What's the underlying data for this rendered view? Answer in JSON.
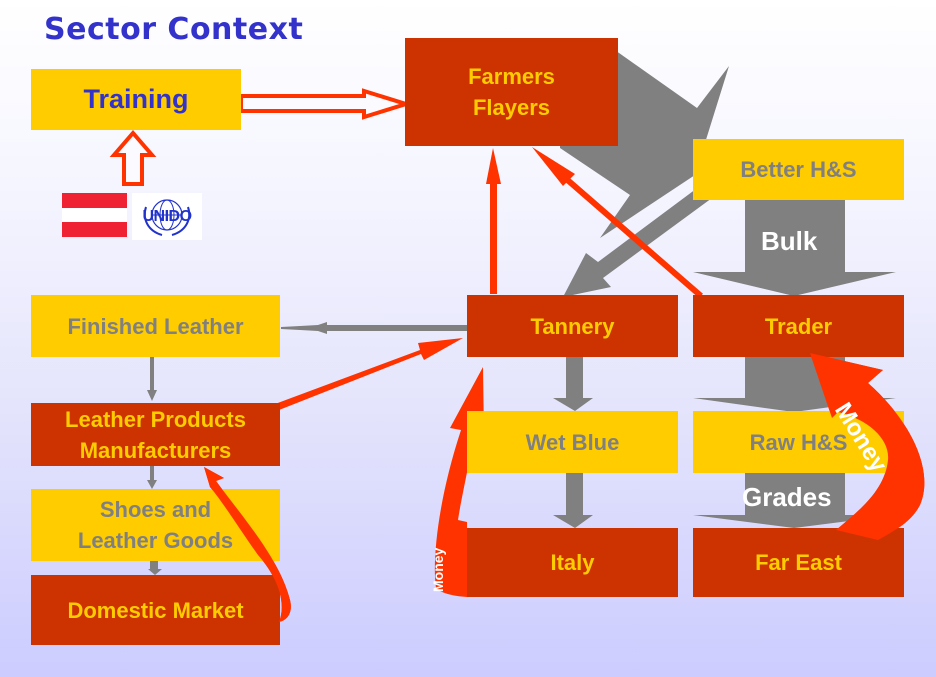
{
  "title": "Sector Context",
  "colors": {
    "title_blue": "#3333cc",
    "box_yellow": "#ffcc00",
    "box_red": "#cc3300",
    "text_on_red": "#ffcc00",
    "text_on_yellow": "#808080",
    "flow_gray": "#808080",
    "money_red": "#ff3300",
    "background_top": "#ffffff",
    "background_bottom": "#ccccff"
  },
  "logos": {
    "flag": "austria-flag",
    "unido": "UNIDO"
  },
  "nodes": {
    "training": "Training",
    "farmers": [
      "Farmers",
      "Flayers"
    ],
    "better_hs": "Better H&S",
    "finished_leather": "Finished Leather",
    "tannery": "Tannery",
    "trader": "Trader",
    "leather_products": [
      "Leather Products",
      "Manufacturers"
    ],
    "wet_blue": "Wet Blue",
    "raw_hs": "Raw H&S",
    "shoes": [
      "Shoes and",
      "Leather Goods"
    ],
    "italy": "Italy",
    "far_east": "Far East",
    "domestic_market": "Domestic Market"
  },
  "flow_labels": {
    "bulk": "Bulk",
    "grades": "Grades",
    "money_italy": "Money",
    "money_far_east": "Money"
  },
  "edges": [
    {
      "from": "unido-austria",
      "to": "training",
      "type": "hollow-arrow"
    },
    {
      "from": "training",
      "to": "farmers",
      "type": "hollow-arrow"
    },
    {
      "from": "farmers",
      "to": "tannery",
      "type": "goods"
    },
    {
      "from": "better_hs",
      "to": "tannery",
      "type": "goods"
    },
    {
      "from": "better_hs",
      "to": "trader",
      "type": "goods",
      "label": "Bulk"
    },
    {
      "from": "tannery",
      "to": "farmers",
      "type": "money"
    },
    {
      "from": "trader",
      "to": "farmers",
      "type": "money"
    },
    {
      "from": "tannery",
      "to": "finished_leather",
      "type": "goods"
    },
    {
      "from": "finished_leather",
      "to": "leather_products",
      "type": "goods"
    },
    {
      "from": "leather_products",
      "to": "shoes",
      "type": "goods"
    },
    {
      "from": "shoes",
      "to": "domestic_market",
      "type": "goods"
    },
    {
      "from": "leather_products",
      "to": "tannery",
      "type": "money"
    },
    {
      "from": "domestic_market",
      "to": "leather_products",
      "type": "money"
    },
    {
      "from": "tannery",
      "to": "wet_blue",
      "type": "goods"
    },
    {
      "from": "wet_blue",
      "to": "italy",
      "type": "goods"
    },
    {
      "from": "italy",
      "to": "tannery",
      "type": "money",
      "label": "Money"
    },
    {
      "from": "trader",
      "to": "raw_hs",
      "type": "goods"
    },
    {
      "from": "raw_hs",
      "to": "far_east",
      "type": "goods",
      "label": "Grades"
    },
    {
      "from": "far_east",
      "to": "trader",
      "type": "money",
      "label": "Money"
    }
  ]
}
